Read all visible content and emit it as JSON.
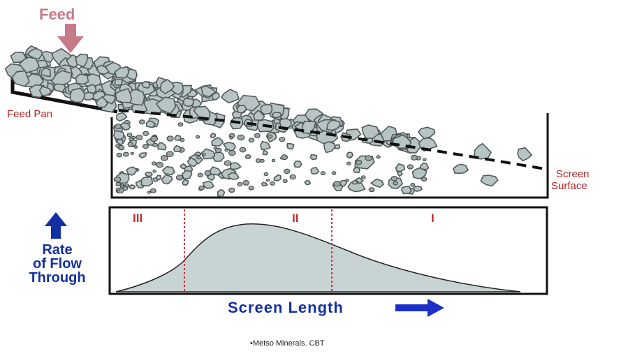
{
  "labels": {
    "feed": "Feed",
    "feed_pan": "Feed Pan",
    "screen_line1": "Screen",
    "screen_line2": "Surface",
    "rate_line1": "Rate",
    "rate_line2": "of Flow",
    "rate_line3": "Through",
    "screen_length": "Screen Length",
    "credit": "•Metso Minerals. CBT"
  },
  "zones": [
    "III",
    "II",
    "I"
  ],
  "colors": {
    "red_label": "#b22222",
    "pink_arrow": "#c77a8a",
    "blue_text": "#1330a0",
    "blue_arrow": "#1b2fc9",
    "curve_fill": "#c8d3d3",
    "rock_fill": "#b8c4c4",
    "rock_stroke": "#505a5a",
    "zone_line": "#d0303a"
  },
  "icons": {
    "feed_arrow": "arrow-down-icon",
    "rate_arrow": "arrow-up-icon",
    "length_arrow": "arrow-right-icon"
  }
}
